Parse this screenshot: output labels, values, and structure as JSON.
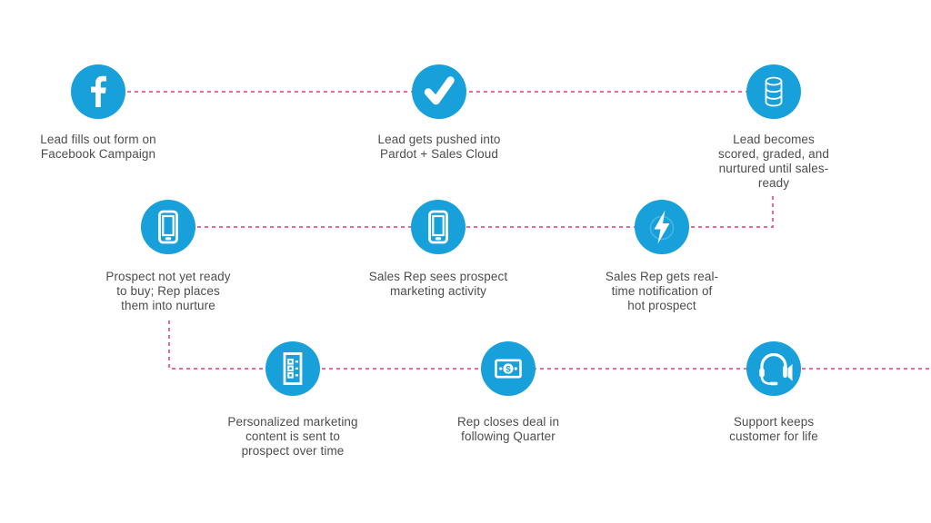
{
  "colors": {
    "icon_blue": "#17a0da",
    "connector_pink": "#f0699c",
    "label_text": "#4d4d4d",
    "background": "#ffffff"
  },
  "icons": {
    "dollar_symbol": "$"
  },
  "flow": {
    "steps": [
      {
        "icon": "facebook-icon",
        "lines": [
          "Lead fills out form on",
          "Facebook Campaign"
        ]
      },
      {
        "icon": "check-icon",
        "lines": [
          "Lead gets pushed into",
          "Pardot + Sales Cloud"
        ]
      },
      {
        "icon": "database-icon",
        "lines": [
          "Lead becomes",
          "scored, graded, and",
          "nurtured until sales-",
          "ready"
        ]
      },
      {
        "icon": "smartphone-icon",
        "lines": [
          "Prospect not yet ready",
          "to buy; Rep places",
          "them into nurture"
        ]
      },
      {
        "icon": "smartphone-icon",
        "lines": [
          "Sales Rep sees prospect",
          "marketing activity"
        ]
      },
      {
        "icon": "lightning-icon",
        "lines": [
          "Sales Rep gets real-",
          "time notification of",
          "hot prospect"
        ]
      },
      {
        "icon": "checklist-icon",
        "lines": [
          "Personalized marketing",
          "content is sent to",
          "prospect over time"
        ]
      },
      {
        "icon": "banknote-icon",
        "lines": [
          "Rep closes deal in",
          "following Quarter"
        ]
      },
      {
        "icon": "headset-icon",
        "lines": [
          "Support keeps",
          "customer for life"
        ]
      }
    ]
  }
}
